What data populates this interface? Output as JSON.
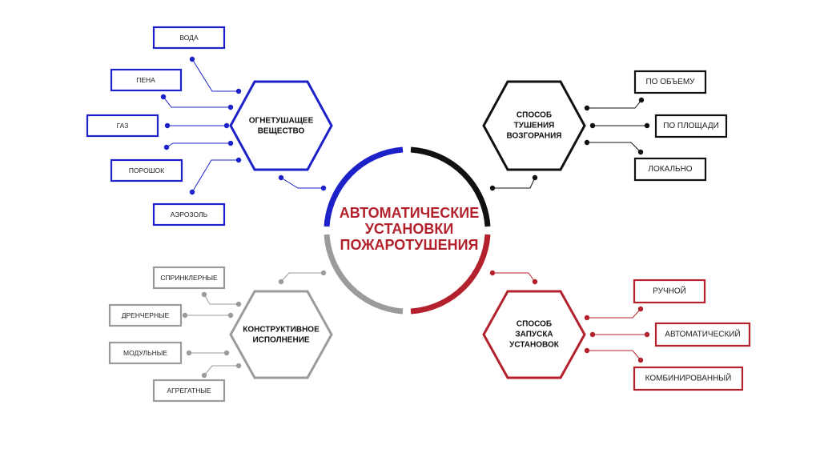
{
  "colors": {
    "blue": "#1c22c8",
    "black": "#111111",
    "red": "#b3222c",
    "gray": "#9b9b9b"
  },
  "center": {
    "lines": [
      "АВТОМАТИЧЕСКИЕ",
      "УСТАНОВКИ",
      "ПОЖАРОТУШЕНИЯ"
    ]
  },
  "groups": {
    "extinguishing_agent": {
      "color": "blue",
      "title_lines": [
        "ОГНЕТУШАЩЕЕ",
        "ВЕЩЕСТВО"
      ],
      "items": [
        "ВОДА",
        "ПЕНА",
        "ГАЗ",
        "ПОРОШОК",
        "АЭРОЗОЛЬ"
      ]
    },
    "sublimation_method": {
      "color": "black",
      "title_lines": [
        "СПОСОБ",
        "ТУШЕНИЯ",
        "ВОЗГОРАНИЯ"
      ],
      "items": [
        "ПО ОБЪЕМУ",
        "ПО ПЛОЩАДИ",
        "ЛОКАЛЬНО"
      ]
    },
    "design": {
      "color": "gray",
      "title_lines": [
        "КОНСТРУКТИВНОЕ",
        "ИСПОЛНЕНИЕ"
      ],
      "items": [
        "СПРИНКЛЕРНЫЕ",
        "ДРЕНЧЕРНЫЕ",
        "МОДУЛЬНЫЕ",
        "АГРЕГАТНЫЕ"
      ]
    },
    "launch_method": {
      "color": "red",
      "title_lines": [
        "СПОСОБ",
        "ЗАПУСКА",
        "УСТАНОВОК"
      ],
      "items": [
        "РУЧНОЙ",
        "АВТОМАТИЧЕСКИЙ",
        "КОМБИНИРОВАННЫЙ"
      ]
    }
  }
}
